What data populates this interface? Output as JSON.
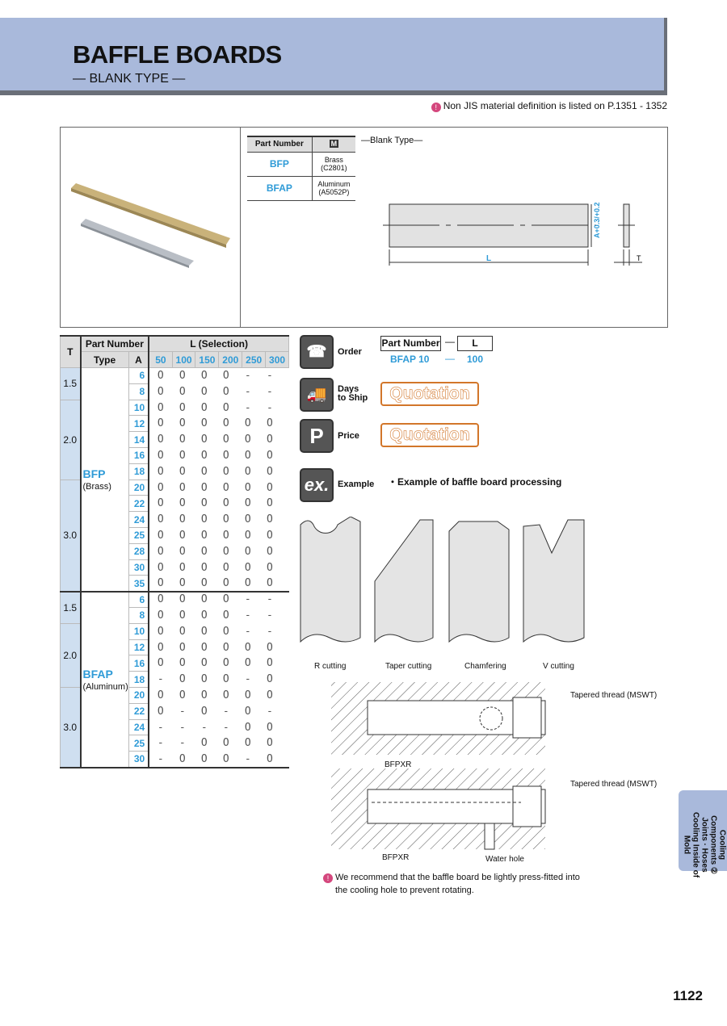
{
  "header": {
    "title": "BAFFLE BOARDS",
    "subtitle": "— BLANK TYPE —"
  },
  "note_top": "Non JIS material definition is listed on P.1351 - 1352",
  "materials": {
    "headers": [
      "Part Number",
      "M"
    ],
    "rows": [
      {
        "part": "BFP",
        "material": "Brass",
        "grade": "(C2801)"
      },
      {
        "part": "BFAP",
        "material": "Aluminum",
        "grade": "(A5052P)"
      }
    ]
  },
  "drawing": {
    "caption": "—Blank Type—",
    "dim_L": "L",
    "dim_A": "A+0.3/+0.2",
    "dim_T": "T"
  },
  "spec_table": {
    "h_T": "T",
    "h_part": "Part Number",
    "h_type": "Type",
    "h_A": "A",
    "h_L": "L (Selection)",
    "L_values": [
      "50",
      "100",
      "150",
      "200",
      "250",
      "300"
    ],
    "groups": [
      {
        "type": "BFP",
        "material": "(Brass)",
        "t_groups": [
          {
            "T": "1.5",
            "rows": [
              {
                "A": "6",
                "avail": "OOOO--"
              },
              {
                "A": "8",
                "avail": "OOOO--"
              }
            ]
          },
          {
            "T": "2.0",
            "rows": [
              {
                "A": "10",
                "avail": "OOOO--"
              },
              {
                "A": "12",
                "avail": "OOOOOO"
              },
              {
                "A": "14",
                "avail": "OOOOOO"
              },
              {
                "A": "16",
                "avail": "OOOOOO"
              },
              {
                "A": "18",
                "avail": "OOOOOO"
              }
            ]
          },
          {
            "T": "3.0",
            "rows": [
              {
                "A": "20",
                "avail": "OOOOOO"
              },
              {
                "A": "22",
                "avail": "OOOOOO"
              },
              {
                "A": "24",
                "avail": "OOOOOO"
              },
              {
                "A": "25",
                "avail": "OOOOOO"
              },
              {
                "A": "28",
                "avail": "OOOOOO"
              },
              {
                "A": "30",
                "avail": "OOOOOO"
              },
              {
                "A": "35",
                "avail": "OOOOOO"
              }
            ]
          }
        ]
      },
      {
        "type": "BFAP",
        "material": "(Aluminum)",
        "t_groups": [
          {
            "T": "1.5",
            "rows": [
              {
                "A": "6",
                "avail": "OOOO--"
              },
              {
                "A": "8",
                "avail": "OOOO--"
              }
            ]
          },
          {
            "T": "2.0",
            "rows": [
              {
                "A": "10",
                "avail": "OOOO--"
              },
              {
                "A": "12",
                "avail": "OOOOOO"
              },
              {
                "A": "16",
                "avail": "OOOOOO"
              },
              {
                "A": "18",
                "avail": "-OOO-O"
              }
            ]
          },
          {
            "T": "3.0",
            "rows": [
              {
                "A": "20",
                "avail": "OOOOOO"
              },
              {
                "A": "22",
                "avail": "O-O-O-"
              },
              {
                "A": "24",
                "avail": "----OO"
              },
              {
                "A": "25",
                "avail": "--OOOO"
              },
              {
                "A": "30",
                "avail": "-OOO-O"
              }
            ]
          }
        ]
      }
    ]
  },
  "order": {
    "label": "Order",
    "h_part": "Part Number",
    "sep": "—",
    "h_L": "L",
    "ex_part": "BFAP 10",
    "ex_L": "100"
  },
  "days": {
    "label1": "Days",
    "label2": "to Ship",
    "value": "Quotation"
  },
  "price": {
    "label": "Price",
    "value": "Quotation"
  },
  "example": {
    "label": "Example",
    "title": "・Example of baffle board processing",
    "cuts": [
      "R cutting",
      "Taper cutting",
      "Chamfering",
      "V cutting"
    ]
  },
  "install": {
    "thread1": "Tapered thread (MSWT)",
    "part1": "BFPXR",
    "thread2": "Tapered thread (MSWT)",
    "part2": "BFPXR",
    "water": "Water hole"
  },
  "note_bottom1": "We recommend that the baffle board be lightly press-fitted into",
  "note_bottom2": "the cooling hole to prevent rotating.",
  "side_tab": {
    "line1": "Cooling Components ②",
    "line2": "Joints · Hoses",
    "line3": "Cooling Inside of Mold"
  },
  "page_number": "1122"
}
